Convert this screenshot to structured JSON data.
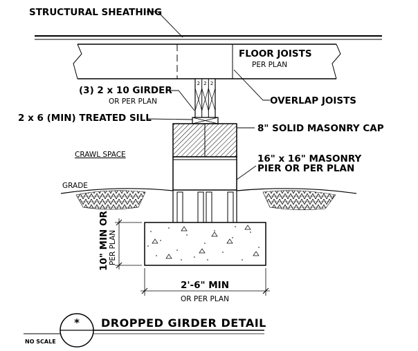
{
  "labels": {
    "structural_sheathing": "STRUCTURAL SHEATHING",
    "floor_joists": "FLOOR JOISTS",
    "floor_joists_sub": "PER PLAN",
    "girder": "(3) 2 x 10 GIRDER",
    "girder_sub": "OR PER PLAN",
    "overlap_joists": "OVERLAP JOISTS",
    "treated_sill": "2 x 6 (MIN) TREATED SILL",
    "masonry_cap": "8\" SOLID MASONRY CAP",
    "crawl_space": "CRAWL SPACE",
    "pier_line1": "16\" x 16\" MASONRY",
    "pier_line2": "PIER OR PER PLAN",
    "grade": "GRADE",
    "footing_height_line1": "10\" MIN OR",
    "footing_height_line2": "PER PLAN",
    "footing_width": "2'-6\" MIN",
    "footing_width_sub": "OR PER PLAN",
    "detail_symbol": "*",
    "detail_title": "DROPPED GIRDER DETAIL",
    "scale_note": "NO SCALE"
  }
}
